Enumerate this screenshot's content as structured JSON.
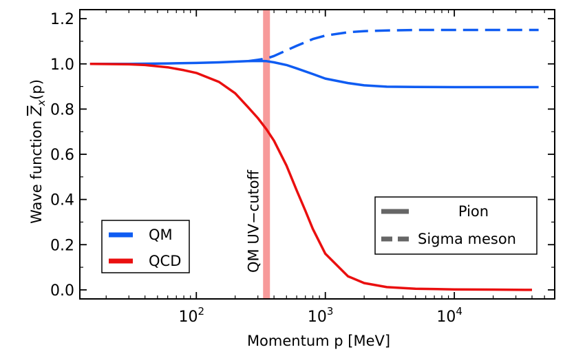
{
  "chart_data": {
    "type": "line",
    "xlabel": "Momentum p [MeV]",
    "ylabel_text": "Wave function",
    "ylabel_symbol": "Z",
    "ylabel_subscript": "x",
    "ylabel_argument": "(p)",
    "x_scale": "log",
    "xlim": [
      12.5,
      60000
    ],
    "ylim": [
      -0.04,
      1.24
    ],
    "x_ticks": [
      {
        "value": 100,
        "base": "10",
        "exp": "2"
      },
      {
        "value": 1000,
        "base": "10",
        "exp": "3"
      },
      {
        "value": 10000,
        "base": "10",
        "exp": "4"
      }
    ],
    "y_ticks": [
      {
        "value": 0.0,
        "label": "0.0"
      },
      {
        "value": 0.2,
        "label": "0.2"
      },
      {
        "value": 0.4,
        "label": "0.4"
      },
      {
        "value": 0.6,
        "label": "0.6"
      },
      {
        "value": 0.8,
        "label": "0.8"
      },
      {
        "value": 1.0,
        "label": "1.0"
      },
      {
        "value": 1.2,
        "label": "1.2"
      }
    ],
    "grid": false,
    "cutoff": {
      "x": 350,
      "label": "QM UV−cutoff",
      "color": "#f79a9a"
    },
    "series": [
      {
        "name": "QM",
        "component": "pion",
        "color": "#0f5cf2",
        "style": "solid",
        "x": [
          15,
          30,
          60,
          100,
          150,
          200,
          250,
          300,
          350,
          400,
          500,
          600,
          800,
          1000,
          1500,
          2000,
          3000,
          5000,
          10000,
          20000,
          45000
        ],
        "y": [
          1.0,
          1.0,
          1.002,
          1.004,
          1.007,
          1.01,
          1.012,
          1.013,
          1.012,
          1.007,
          0.995,
          0.98,
          0.955,
          0.935,
          0.915,
          0.905,
          0.899,
          0.898,
          0.897,
          0.897,
          0.897
        ]
      },
      {
        "name": "QM",
        "component": "sigma",
        "color": "#0f5cf2",
        "style": "dashed",
        "x": [
          250,
          300,
          350,
          400,
          500,
          600,
          800,
          1000,
          1500,
          2000,
          3000,
          5000,
          10000,
          20000,
          45000
        ],
        "y": [
          1.012,
          1.018,
          1.024,
          1.035,
          1.06,
          1.08,
          1.11,
          1.125,
          1.14,
          1.145,
          1.148,
          1.15,
          1.15,
          1.15,
          1.15
        ]
      },
      {
        "name": "QCD",
        "color": "#ea0f0f",
        "style": "solid",
        "x": [
          15,
          30,
          40,
          60,
          80,
          100,
          150,
          200,
          250,
          300,
          350,
          400,
          500,
          600,
          700,
          800,
          1000,
          1500,
          2000,
          3000,
          5000,
          10000,
          20000,
          40000
        ],
        "y": [
          1.0,
          0.998,
          0.995,
          0.985,
          0.972,
          0.96,
          0.92,
          0.87,
          0.81,
          0.76,
          0.71,
          0.66,
          0.55,
          0.44,
          0.35,
          0.27,
          0.16,
          0.06,
          0.03,
          0.012,
          0.005,
          0.002,
          0.001,
          0.0
        ]
      }
    ],
    "legends": [
      {
        "location": "lower-left",
        "entries": [
          {
            "label": "QM",
            "color": "#0f5cf2",
            "style": "solid"
          },
          {
            "label": "QCD",
            "color": "#ea0f0f",
            "style": "solid"
          }
        ]
      },
      {
        "location": "lower-right",
        "entries": [
          {
            "label": "Pion",
            "color": "#666666",
            "style": "solid"
          },
          {
            "label": "Sigma meson",
            "color": "#666666",
            "style": "dashed"
          }
        ]
      }
    ]
  }
}
